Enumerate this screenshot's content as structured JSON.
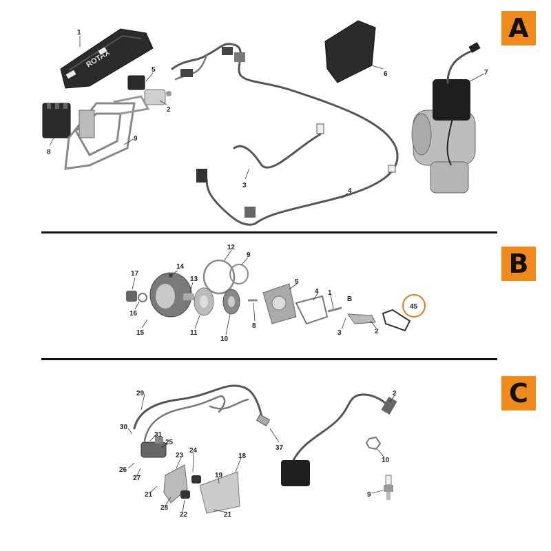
{
  "sections": [
    {
      "id": "A",
      "badge": "A"
    },
    {
      "id": "B",
      "badge": "B"
    },
    {
      "id": "C",
      "badge": "C"
    }
  ],
  "section_a": {
    "brand_text": "ROTAX",
    "labels": [
      "1",
      "5",
      "2",
      "8",
      "9",
      "3",
      "4",
      "6",
      "7"
    ]
  },
  "section_b": {
    "labels": [
      "17",
      "14",
      "13",
      "12",
      "9",
      "16",
      "15",
      "11",
      "10",
      "8",
      "5",
      "4",
      "1",
      "B",
      "3",
      "2",
      "45"
    ],
    "highlight_color": "#e07a1c"
  },
  "section_c": {
    "labels": [
      "29",
      "30",
      "31",
      "25",
      "26",
      "27",
      "23",
      "24",
      "19",
      "18",
      "21",
      "28",
      "22",
      "21",
      "37",
      "2",
      "10",
      "9"
    ]
  },
  "colors": {
    "badge": "#f08a1c",
    "divider": "#111111"
  }
}
